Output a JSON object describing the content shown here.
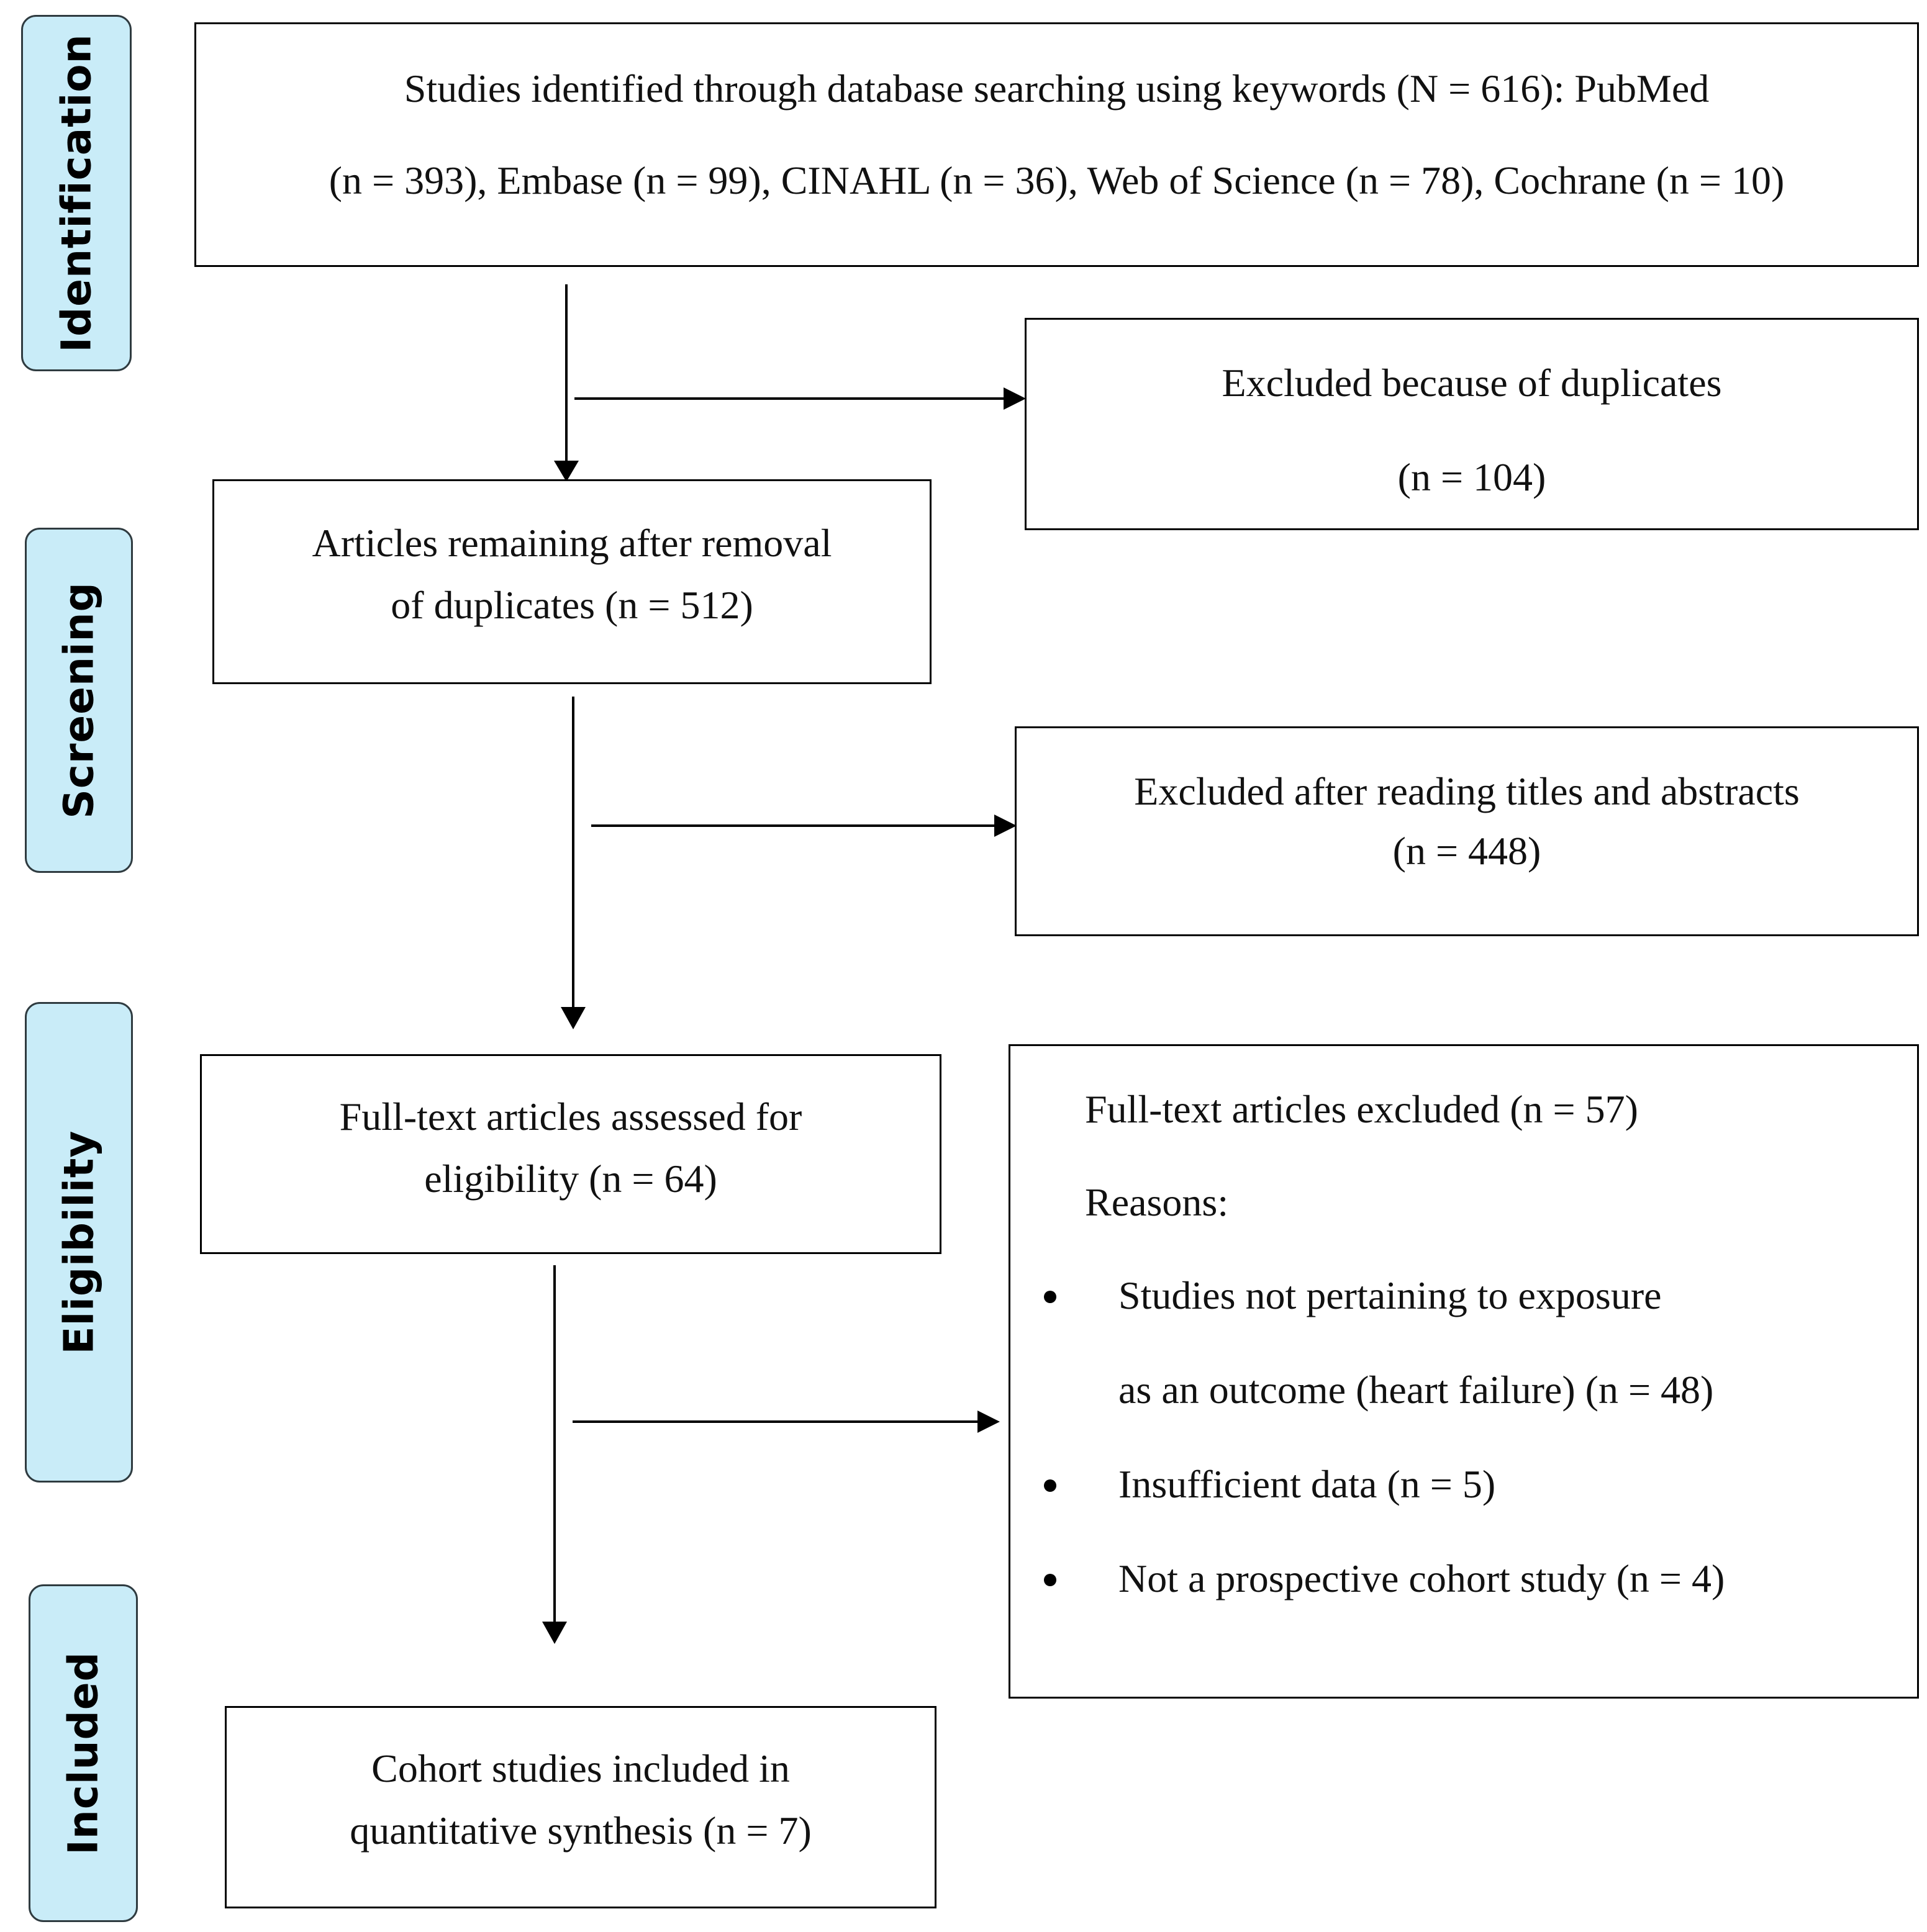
{
  "stages": {
    "identification": "Identification",
    "screening": "Screening",
    "eligibility": "Eligibility",
    "included": "Included"
  },
  "identified": {
    "line1": "Studies identified through database searching using keywords (N = 616): PubMed",
    "line2": "(n = 393), Embase (n = 99), CINAHL (n = 36), Web of Science (n = 78), Cochrane (n = 10)"
  },
  "duplicates_excluded": {
    "line1": "Excluded because of duplicates",
    "line2": "(n = 104)"
  },
  "after_duplicates": {
    "line1": "Articles remaining after removal",
    "line2": "of duplicates (n = 512)"
  },
  "title_abstract_excluded": {
    "line1": "Excluded after reading titles and abstracts",
    "line2": "(n = 448)"
  },
  "full_text_assessed": {
    "line1": "Full-text articles assessed for",
    "line2": "eligibility (n = 64)"
  },
  "full_text_excluded": {
    "heading": "Full-text articles excluded (n = 57)",
    "reasons_label": "Reasons:",
    "reason1_line1": "Studies not pertaining to exposure",
    "reason1_line2": "as an outcome (heart failure) (n = 48)",
    "reason2": "Insufficient data (n = 5)",
    "reason3": "Not a prospective cohort study (n = 4)"
  },
  "included_studies": {
    "line1": "Cohort studies included in",
    "line2": "quantitative synthesis (n = 7)"
  }
}
